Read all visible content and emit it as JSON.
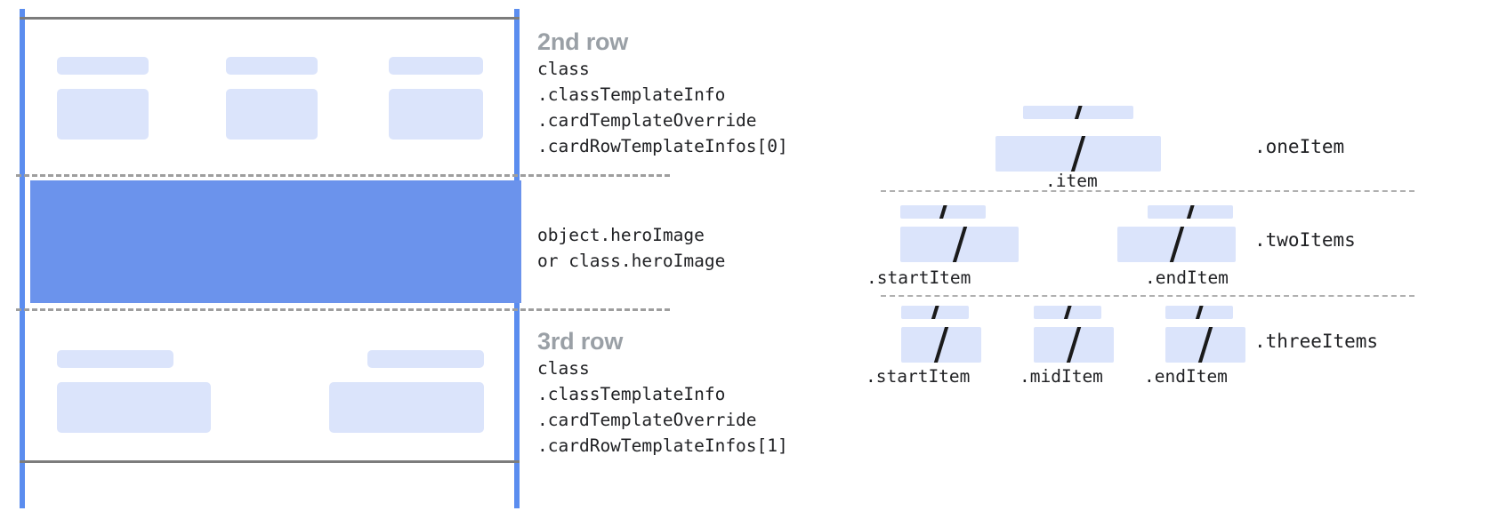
{
  "left_panel": {
    "name": "card-row-structure",
    "rows": [
      {
        "id": "second-row",
        "title": "2nd row",
        "code_lines": [
          "class",
          ".classTemplateInfo",
          ".cardTemplateOverride",
          ".cardRowTemplateInfos[0]"
        ]
      },
      {
        "id": "hero-row",
        "title": "",
        "code_lines": [
          "object.heroImage",
          "or class.heroImage"
        ]
      },
      {
        "id": "third-row",
        "title": "3rd row",
        "code_lines": [
          "class",
          ".classTemplateInfo",
          ".cardTemplateOverride",
          ".cardRowTemplateInfos[1]"
        ]
      }
    ],
    "colors": {
      "rail": "#5b8def",
      "edge": "#7c7c7c",
      "divider": "#9e9e9e",
      "hero": "#6b93ec",
      "placeholder": "#dbe4fb",
      "title_text": "#9aa0a6",
      "code_text": "#202124"
    }
  },
  "right_panel": {
    "name": "row-item-layouts",
    "groups": [
      {
        "id": "one-item",
        "group_label": ".oneItem",
        "item_labels": [
          ".item"
        ]
      },
      {
        "id": "two-items",
        "group_label": ".twoItems",
        "item_labels": [
          ".startItem",
          ".endItem"
        ]
      },
      {
        "id": "three-items",
        "group_label": ".threeItems",
        "item_labels": [
          ".startItem",
          ".midItem",
          ".endItem"
        ]
      }
    ],
    "colors": {
      "bar": "#dbe4fb",
      "slash": "#1a1a1a",
      "divider": "#b0b0b0",
      "label_text": "#202124"
    }
  }
}
